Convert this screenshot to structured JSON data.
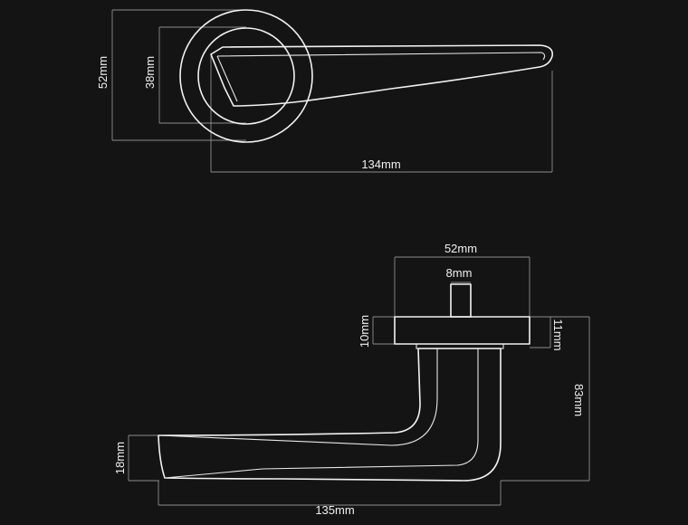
{
  "top_view": {
    "height_outer": "52mm",
    "height_inner": "38mm",
    "length": "134mm"
  },
  "side_view": {
    "rose_width": "52mm",
    "spindle": "8mm",
    "rose_thickness": "10mm",
    "rose_height": "11mm",
    "total_height": "83mm",
    "handle_thickness": "18mm",
    "handle_length": "135mm"
  },
  "colors": {
    "background": "#141414",
    "outline": "#f2f2f2",
    "dimension_line": "#8c8c8c"
  }
}
